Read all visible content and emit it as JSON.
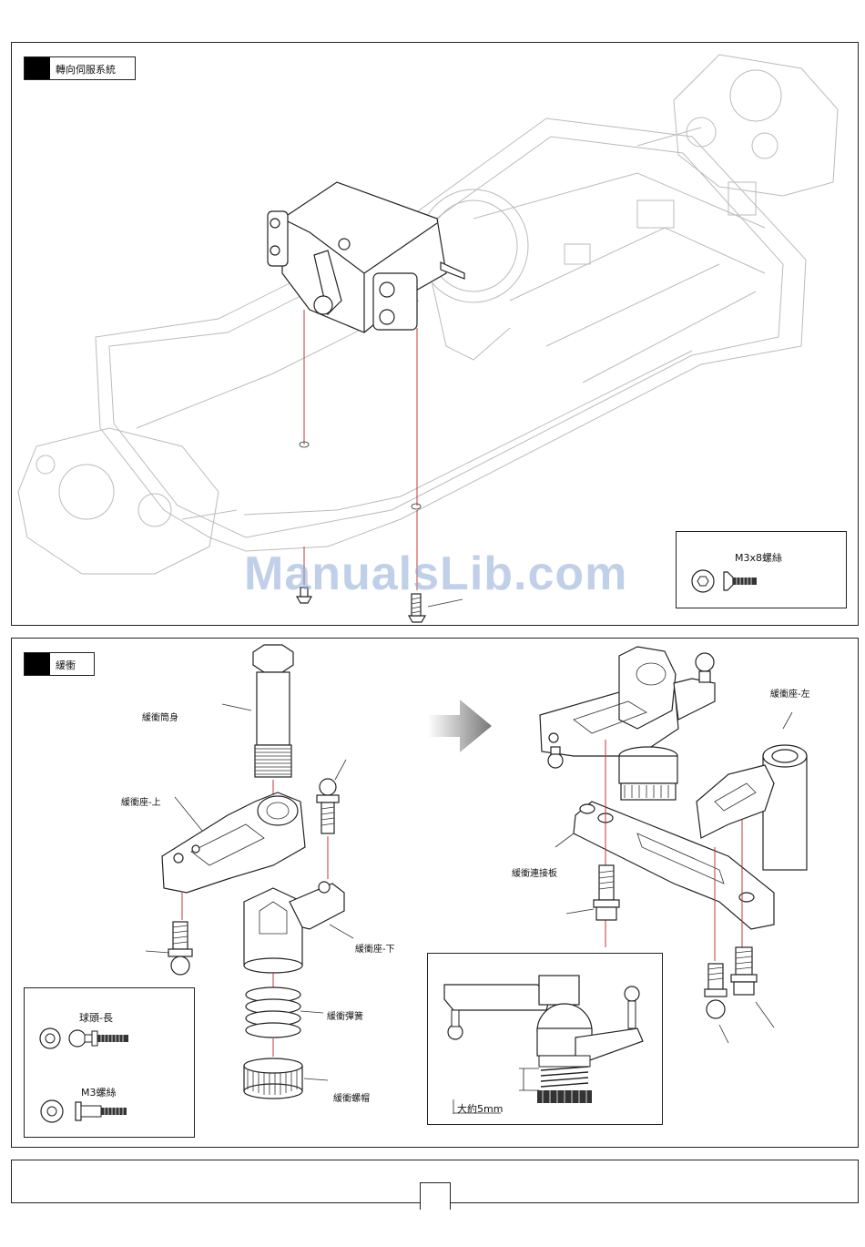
{
  "steering_section": {
    "title": "轉向伺服系統",
    "screw_box": {
      "label": "M3x8螺絲"
    }
  },
  "shock_section": {
    "title": "緩衝",
    "labels": {
      "shock_body": "緩衝筒身",
      "mount_upper": "緩衝座-上",
      "mount_lower": "緩衝座-下",
      "spring": "緩衝彈簧",
      "nut": "緩衝螺帽",
      "mount_left": "緩衝座-左",
      "link_plate": "緩衝連接板"
    },
    "parts_box": {
      "ball_long": "球頭-長",
      "m3_screw": "M3螺絲"
    },
    "detail_box": {
      "note": "大約5mm"
    }
  },
  "watermark": "ManualsLib.com"
}
